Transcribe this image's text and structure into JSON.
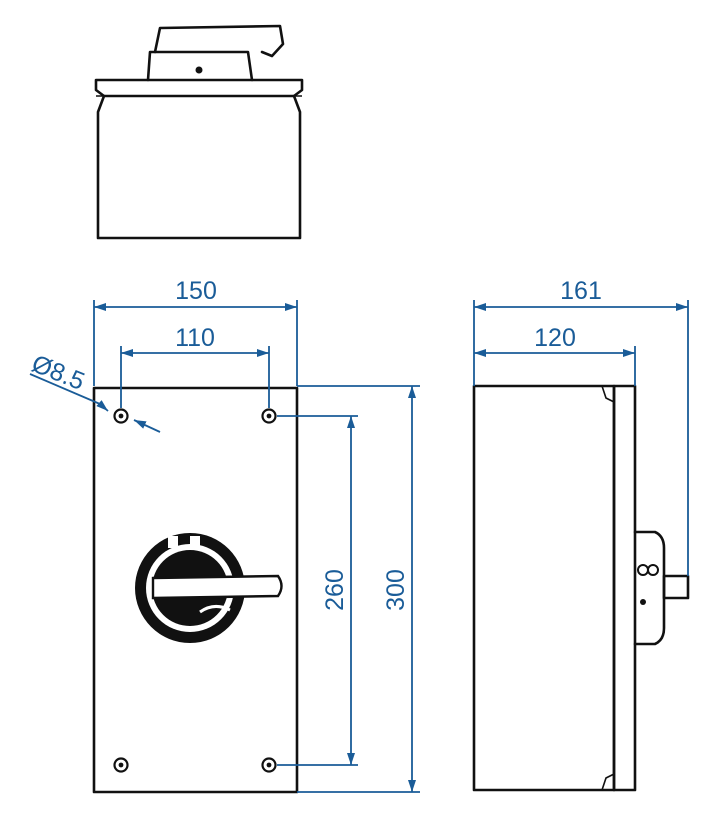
{
  "dimensions": {
    "width_overall": "150",
    "hole_spacing_horizontal": "110",
    "hole_diameter": "Ø8.5",
    "hole_spacing_vertical": "260",
    "height_overall": "300",
    "depth_overall": "161",
    "depth_body": "120"
  },
  "colors": {
    "dimension": "#1a5c98",
    "outline": "#111111"
  }
}
